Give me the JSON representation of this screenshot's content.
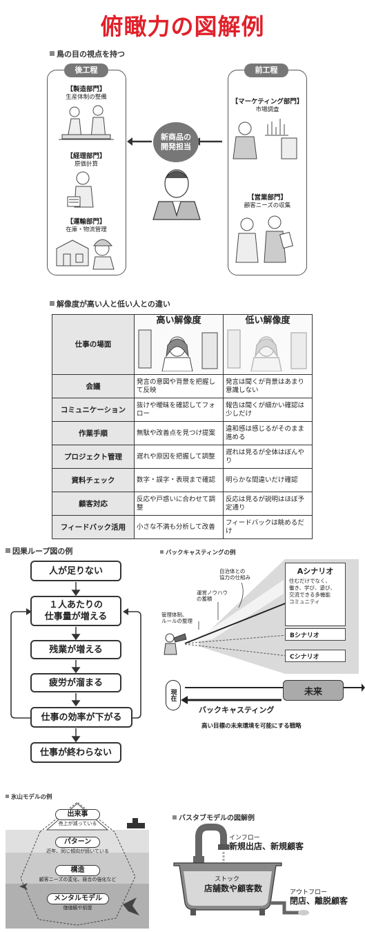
{
  "title": "俯瞰力の図解例",
  "birdseye": {
    "heading": "鳥の目の視点を持つ",
    "left_label": "後工程",
    "right_label": "前工程",
    "center": "新商品の\n開発担当",
    "left_depts": [
      {
        "name": "【製造部門】",
        "desc": "生産体制の整備"
      },
      {
        "name": "【経理部門】",
        "desc": "原価計算"
      },
      {
        "name": "【運輸部門】",
        "desc": "在庫・物流管理"
      }
    ],
    "right_depts": [
      {
        "name": "【マーケティング部門】",
        "desc": "市場調査"
      },
      {
        "name": "【営業部門】",
        "desc": "顧客ニーズの収集"
      }
    ]
  },
  "resolution": {
    "heading": "解像度が高い人と低い人との違い",
    "header_scene": "仕事の場面",
    "col_high": "高い解像度",
    "col_low": "低い解像度",
    "rows": [
      {
        "scene": "会議",
        "high": "発言の意図や背景を把握して反映",
        "low": "発言は聞くが背景はあまり意識しない"
      },
      {
        "scene": "コミュニケーション",
        "high": "抜けや曖昧を確認してフォロー",
        "low": "報告は聞くが細かい確認は少しだけ"
      },
      {
        "scene": "作業手順",
        "high": "無駄や改善点を見つけ提案",
        "low": "違和感は感じるがそのまま進める"
      },
      {
        "scene": "プロジェクト管理",
        "high": "遅れや原因を把握して調整",
        "low": "遅れは見るが全体はぼんやり"
      },
      {
        "scene": "資料チェック",
        "high": "数字・誤字・表現まで確認",
        "low": "明らかな間違いだけ確認"
      },
      {
        "scene": "顧客対応",
        "high": "反応や戸惑いに合わせて調整",
        "low": "反応は見るが説明はほぼ予定通り"
      },
      {
        "scene": "フィードバック活用",
        "high": "小さな不満も分析して改善",
        "low": "フィードバックは眺めるだけ"
      }
    ]
  },
  "loop": {
    "heading": "因果ループ図の例",
    "items": [
      "人が足りない",
      "１人あたりの\n仕事量が増える",
      "残業が増える",
      "疲労が溜まる",
      "仕事の効率が下がる",
      "仕事が終わらない"
    ]
  },
  "backcasting": {
    "heading": "バックキャスティングの例",
    "steps": [
      "管理体制、\nルールの整理",
      "運営ノウハウ\nの蓄積",
      "自治体との\n協力の仕組み"
    ],
    "a_title": "Aシナリオ",
    "a_desc": "住むだけでなく、\n働き、学び、遊び、\n交流できる多機能\nコミュニティ",
    "b": "Bシナリオ",
    "c": "Cシナリオ",
    "now": "現在",
    "future": "未来",
    "arrow_label": "バックキャスティング",
    "caption": "高い目標の未来環境を可能にする戦略"
  },
  "iceberg": {
    "heading": "氷山モデルの例",
    "levels": [
      {
        "name": "出来事",
        "desc": "売上が減っている"
      },
      {
        "name": "パターン",
        "desc": "近年、同じ傾向が続いている"
      },
      {
        "name": "構造",
        "desc": "顧客ニーズの変化、競合の強化など"
      },
      {
        "name": "メンタルモデル",
        "desc": "価値観や前提"
      }
    ]
  },
  "bathtub": {
    "heading": "バスタブモデルの図解例",
    "inflow_label": "インフロー",
    "inflow": "新規出店、新規顧客",
    "stock_label": "ストック",
    "stock": "店舗数や顧客数",
    "outflow_label": "アウトフロー",
    "outflow": "閉店、離脱顧客"
  },
  "colors": {
    "title": "#e0202a",
    "pill": "#777777"
  }
}
